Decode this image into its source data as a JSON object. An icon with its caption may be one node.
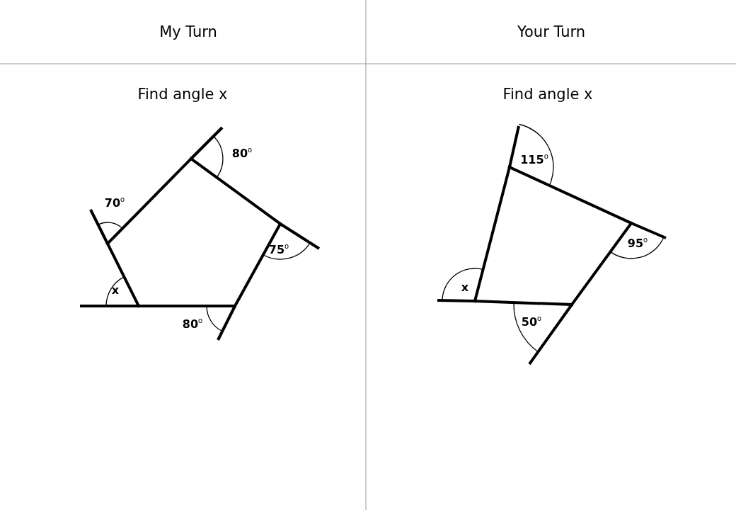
{
  "diagram": {
    "labels": [
      "My Turn",
      "Your Turn",
      "Find angle x",
      "Find angle x",
      "80$^{o}$",
      "70$^{o}$",
      "75$^{o}$",
      "x",
      "80$^{o}$",
      "115$^{o}$",
      "95$^{o}$",
      "x",
      "50$^{o}$"
    ]
  }
}
